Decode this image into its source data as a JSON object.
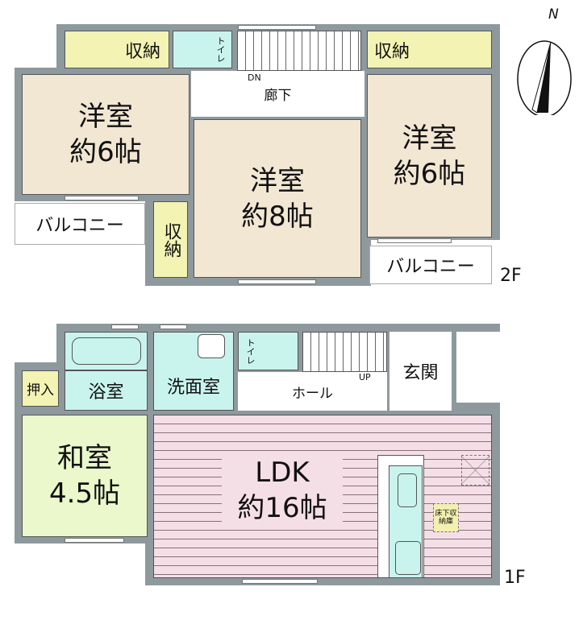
{
  "second_floor": {
    "label": "2F",
    "rooms": [
      {
        "name": "洋室",
        "size": "約6帖"
      },
      {
        "name": "洋室",
        "size": "約8帖"
      },
      {
        "name": "洋室",
        "size": "約6帖"
      }
    ],
    "storage_left": "収納",
    "storage_right": "収納",
    "storage_vertical": "収納",
    "toilet": "トイレ",
    "hallway": "廊下",
    "stairs_dir": "DN",
    "balcony_left": "バルコニー",
    "balcony_right": "バルコニー"
  },
  "first_floor": {
    "label": "1F",
    "bath": "浴室",
    "washroom": "洗面室",
    "toilet": "トイレ",
    "hall": "ホール",
    "stairs_dir": "UP",
    "entrance": "玄関",
    "closet": "押入",
    "japanese_room": {
      "name": "和室",
      "size": "4.5帖"
    },
    "ldk": {
      "name": "LDK",
      "size": "約16帖"
    },
    "underfloor_storage": "床下収納庫"
  },
  "compass": {
    "label": "N"
  },
  "colors": {
    "wall": "#8e999e",
    "western_room": "#f2e7d3",
    "storage": "#f3f3b4",
    "wet_area": "#c9f4ee",
    "japanese_room": "#eaf8cc",
    "ldk": "#f5dfe7"
  }
}
